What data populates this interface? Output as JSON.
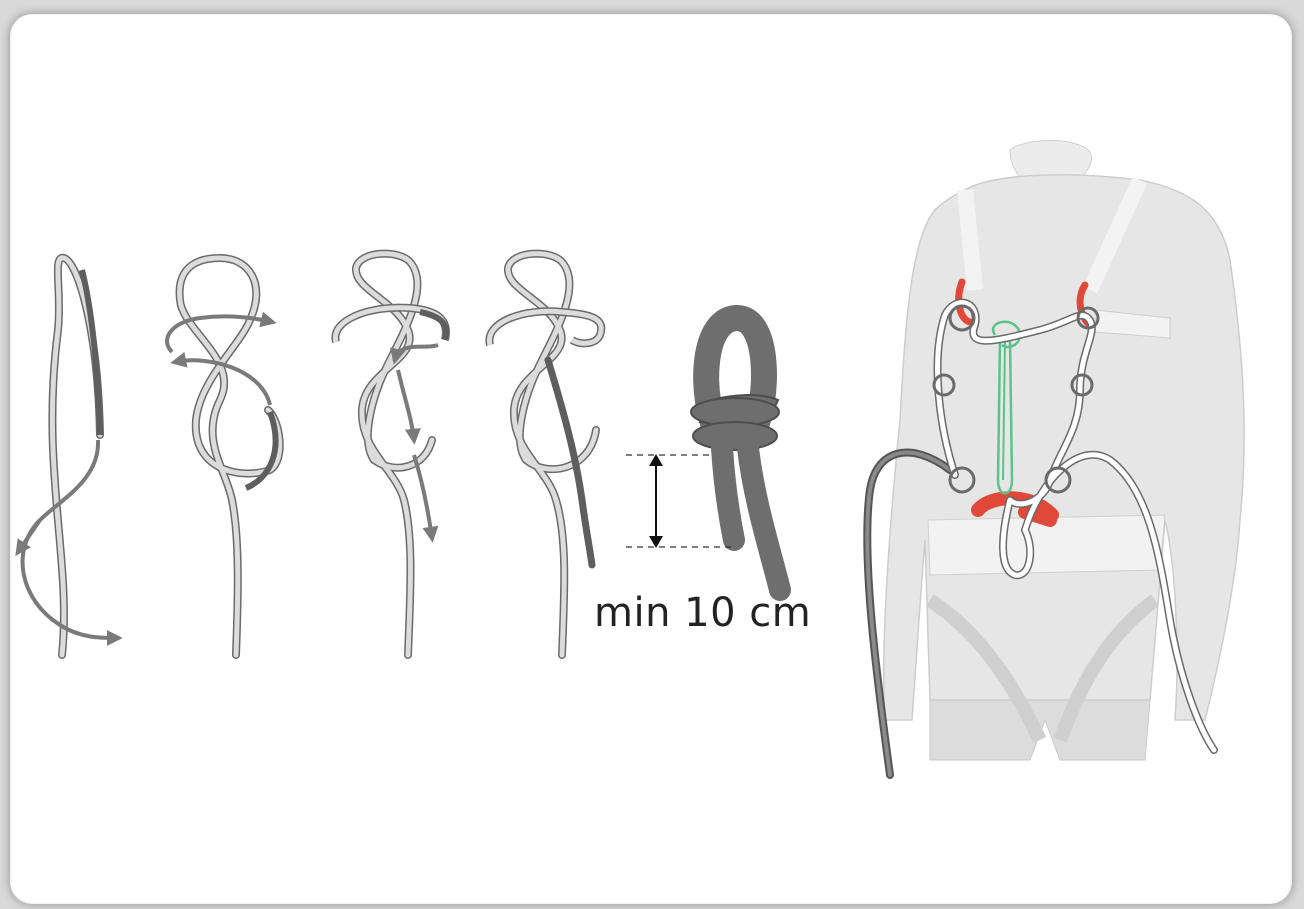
{
  "measurement": {
    "label": "min 10 cm"
  },
  "steps": [
    {
      "name": "step-1"
    },
    {
      "name": "step-2"
    },
    {
      "name": "step-3"
    },
    {
      "name": "step-4"
    },
    {
      "name": "step-5-finished-knot"
    }
  ],
  "colors": {
    "rope_light": "#d6d6d6",
    "rope_outline": "#6a6a6a",
    "rope_dark": "#6e6e6e",
    "arrow": "#7a7a7a",
    "harness_red": "#e0483a",
    "harness_green": "#5ac28a",
    "figure": "#e3e3e3"
  }
}
